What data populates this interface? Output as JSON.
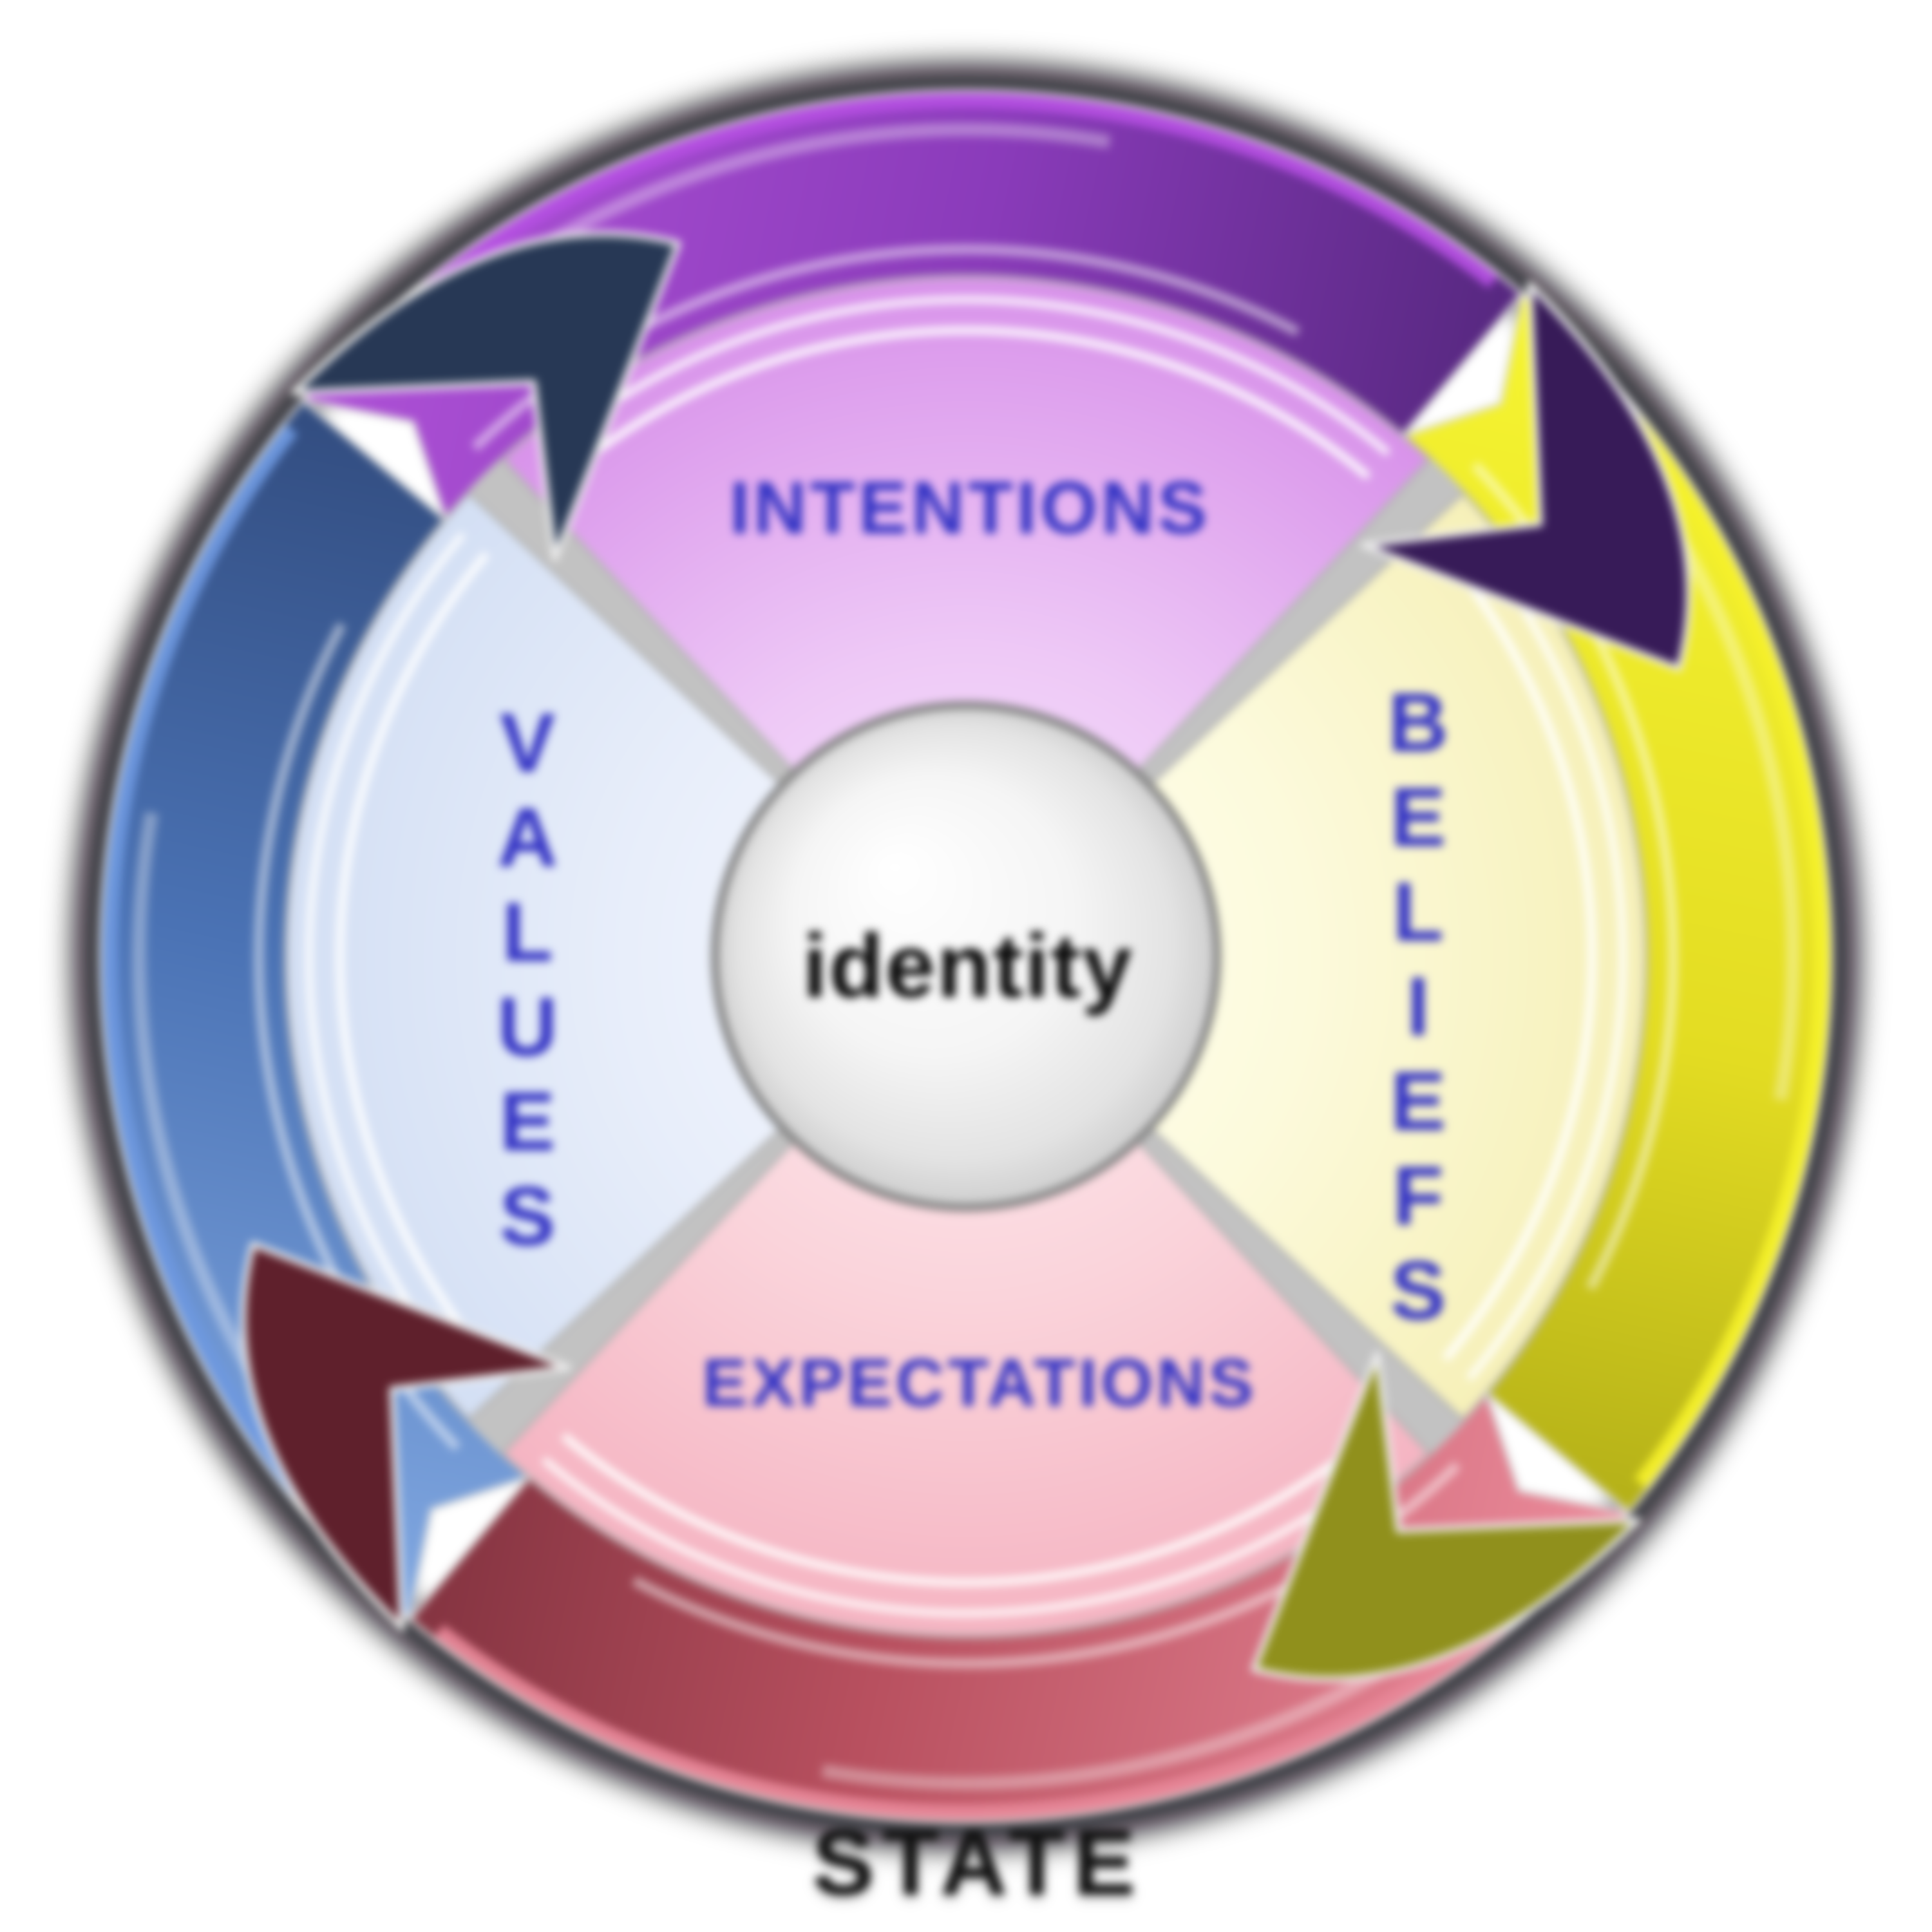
{
  "diagram": {
    "type": "cycle-diagram",
    "center_label": "identity",
    "outer_label": "STATE",
    "flow_direction": "clockwise",
    "label_color": "#3434c4",
    "quadrants": [
      {
        "position": "top",
        "label": "INTENTIONS",
        "fill": "#d892ea",
        "arrow_color": "#8a3bba",
        "arrow_head_color": "#371b58"
      },
      {
        "position": "right",
        "label": "BELIEFS",
        "fill": "#f6f0b8",
        "arrow_color": "#d8d020",
        "arrow_head_color": "#90901c"
      },
      {
        "position": "bottom",
        "label": "EXPECTATIONS",
        "fill": "#f5b4c2",
        "arrow_color": "#b8505f",
        "arrow_head_color": "#5f202c"
      },
      {
        "position": "left",
        "label": "VALUES",
        "fill": "#d3dff4",
        "arrow_color": "#4a72b4",
        "arrow_head_color": "#273855"
      }
    ]
  }
}
